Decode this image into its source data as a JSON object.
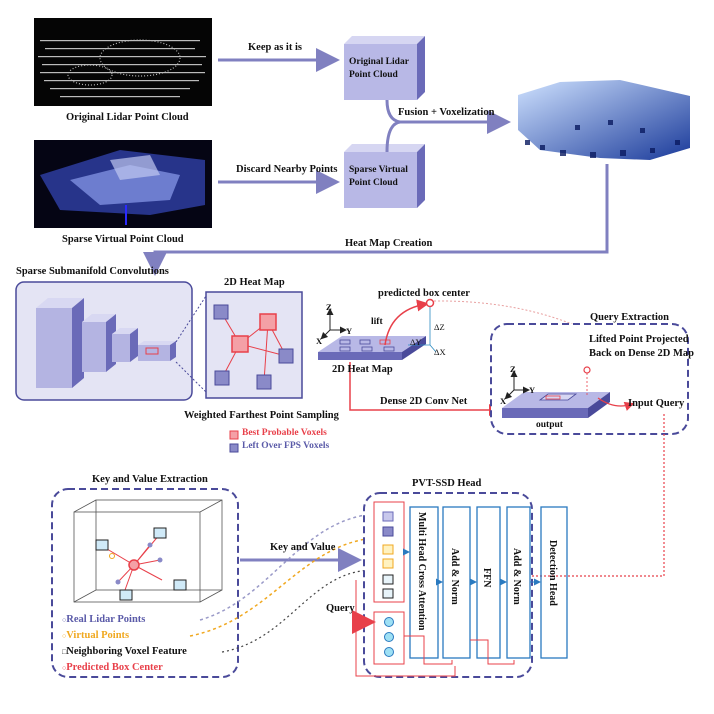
{
  "top": {
    "original_caption": "Original Lidar Point Cloud",
    "sparse_caption": "Sparse Virtual Point Cloud",
    "keep_label": "Keep as it is",
    "discard_label": "Discard Nearby Points",
    "original_box_label_1": "Original Lidar",
    "original_box_label_2": "Point Cloud",
    "sparse_box_label_1": "Sparse Virtual",
    "sparse_box_label_2": "Point Cloud",
    "fusion_label": "Fusion + Voxelization",
    "heatmap_creation_label": "Heat Map Creation"
  },
  "middle": {
    "sparse_conv_title": "Sparse Submanifold Convolutions",
    "heatmap_title": "2D Heat Map",
    "fps_caption": "Weighted Farthest Point Sampling",
    "legend_best": "Best Probable Voxels",
    "legend_left": "Left Over FPS Voxels",
    "predicted_center": "predicted box center",
    "lift_label": "lift",
    "heatmap_plane_label": "2D Heat Map",
    "dense_conv_label": "Dense 2D Conv Net",
    "query_extraction_title": "Query Extraction",
    "lifted_label_1": "Lifted Point Projected",
    "lifted_label_2": "Back on Dense 2D Map",
    "output_label": "output",
    "input_query_label": "Input Query",
    "axis_z": "Z",
    "axis_y": "Y",
    "axis_x": "X",
    "delta_z": "ΔZ",
    "delta_y": "ΔY",
    "delta_x": "ΔX"
  },
  "bottom": {
    "kv_title": "Key and Value Extraction",
    "legend_real": "Real Lidar Points",
    "legend_virtual": "Virtual Points",
    "legend_neighbor": "Neighboring Voxel Feature",
    "legend_center": "Predicted Box Center",
    "key_value_label": "Key and Value",
    "query_label": "Query",
    "head_title": "PVT-SSD Head",
    "block_mhca": "Multi Head Cross Attention",
    "block_addnorm1": "Add & Norm",
    "block_ffn": "FFN",
    "block_addnorm2": "Add & Norm",
    "block_detection": "Detection Head"
  },
  "colors": {
    "purple": "#6a6ab8",
    "light_purple": "#b8b8e0",
    "red": "#e8404a",
    "orange": "#f0a820",
    "blue": "#2a7ac0",
    "dash_purple": "#4a4a9a"
  }
}
